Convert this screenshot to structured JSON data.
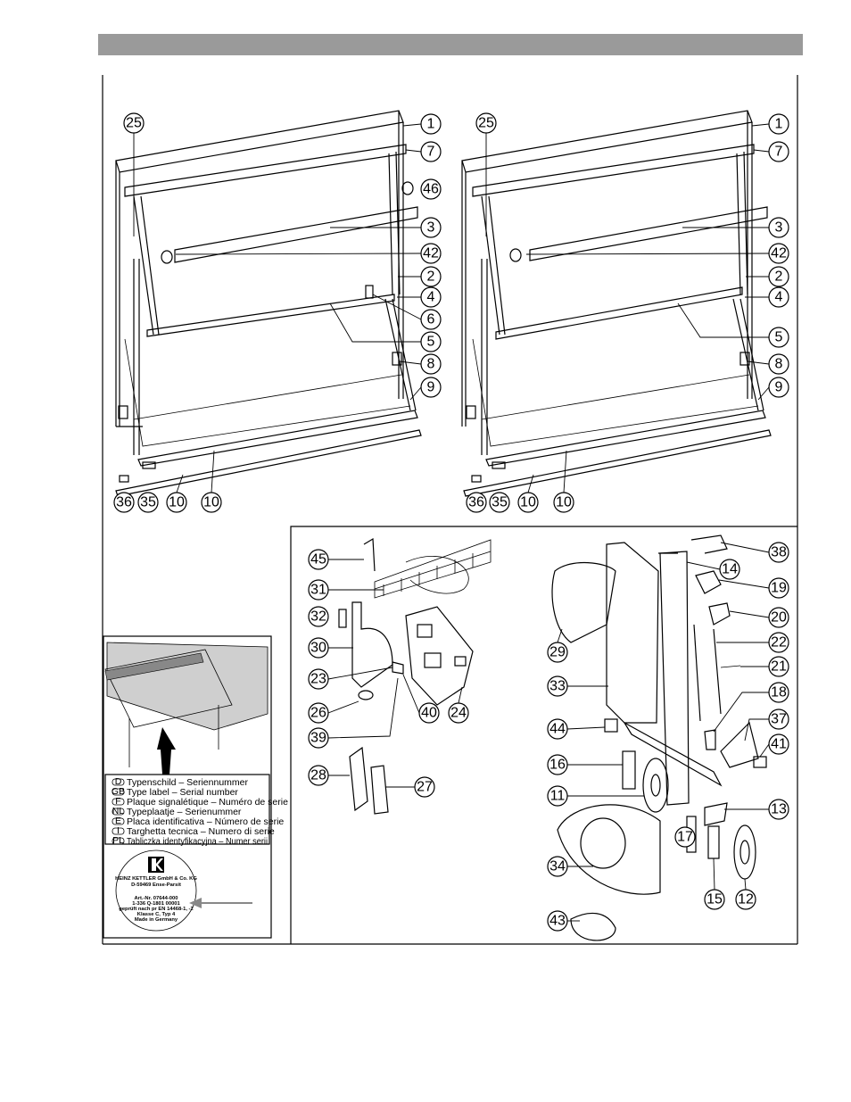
{
  "header": {
    "color": "#9a9a9a"
  },
  "callouts": {
    "left": [
      "25",
      "1",
      "7",
      "46",
      "3",
      "42",
      "2",
      "4",
      "6",
      "5",
      "8",
      "9",
      "36",
      "35",
      "10",
      "10"
    ],
    "right": [
      "25",
      "1",
      "7",
      "3",
      "42",
      "2",
      "4",
      "5",
      "8",
      "9",
      "36",
      "35",
      "10",
      "10"
    ],
    "detail": [
      "45",
      "31",
      "32",
      "30",
      "23",
      "26",
      "39",
      "40",
      "24",
      "28",
      "27",
      "29",
      "33",
      "44",
      "16",
      "11",
      "34",
      "43",
      "38",
      "14",
      "19",
      "20",
      "22",
      "21",
      "18",
      "37",
      "41",
      "13",
      "17",
      "15",
      "12"
    ]
  },
  "type_label": {
    "lines": [
      {
        "code": "D",
        "text": "Typenschild – Seriennummer"
      },
      {
        "code": "GB",
        "text": "Type label – Serial number"
      },
      {
        "code": "F",
        "text": "Plaque signalétique – Numéro de serie"
      },
      {
        "code": "NL",
        "text": "Typeplaatje – Serienummer"
      },
      {
        "code": "E",
        "text": "Placa identificativa – Número de serie"
      },
      {
        "code": "I",
        "text": "Targhetta tecnica – Numero di serie"
      },
      {
        "code": "PL",
        "text": "Tabliczka identyfikacyjna – Numer serii"
      }
    ],
    "seal_lines": [
      "HEINZ KETTLER GmbH & Co. KG",
      "D-59469 Ense-Parsit",
      "Art.-Nr. 07644-000",
      "1-336 Q-1801 00001",
      "geprüft nach pr EN 14468-1, -2",
      "Klasse C, Typ 4",
      "Made in Germany"
    ]
  }
}
